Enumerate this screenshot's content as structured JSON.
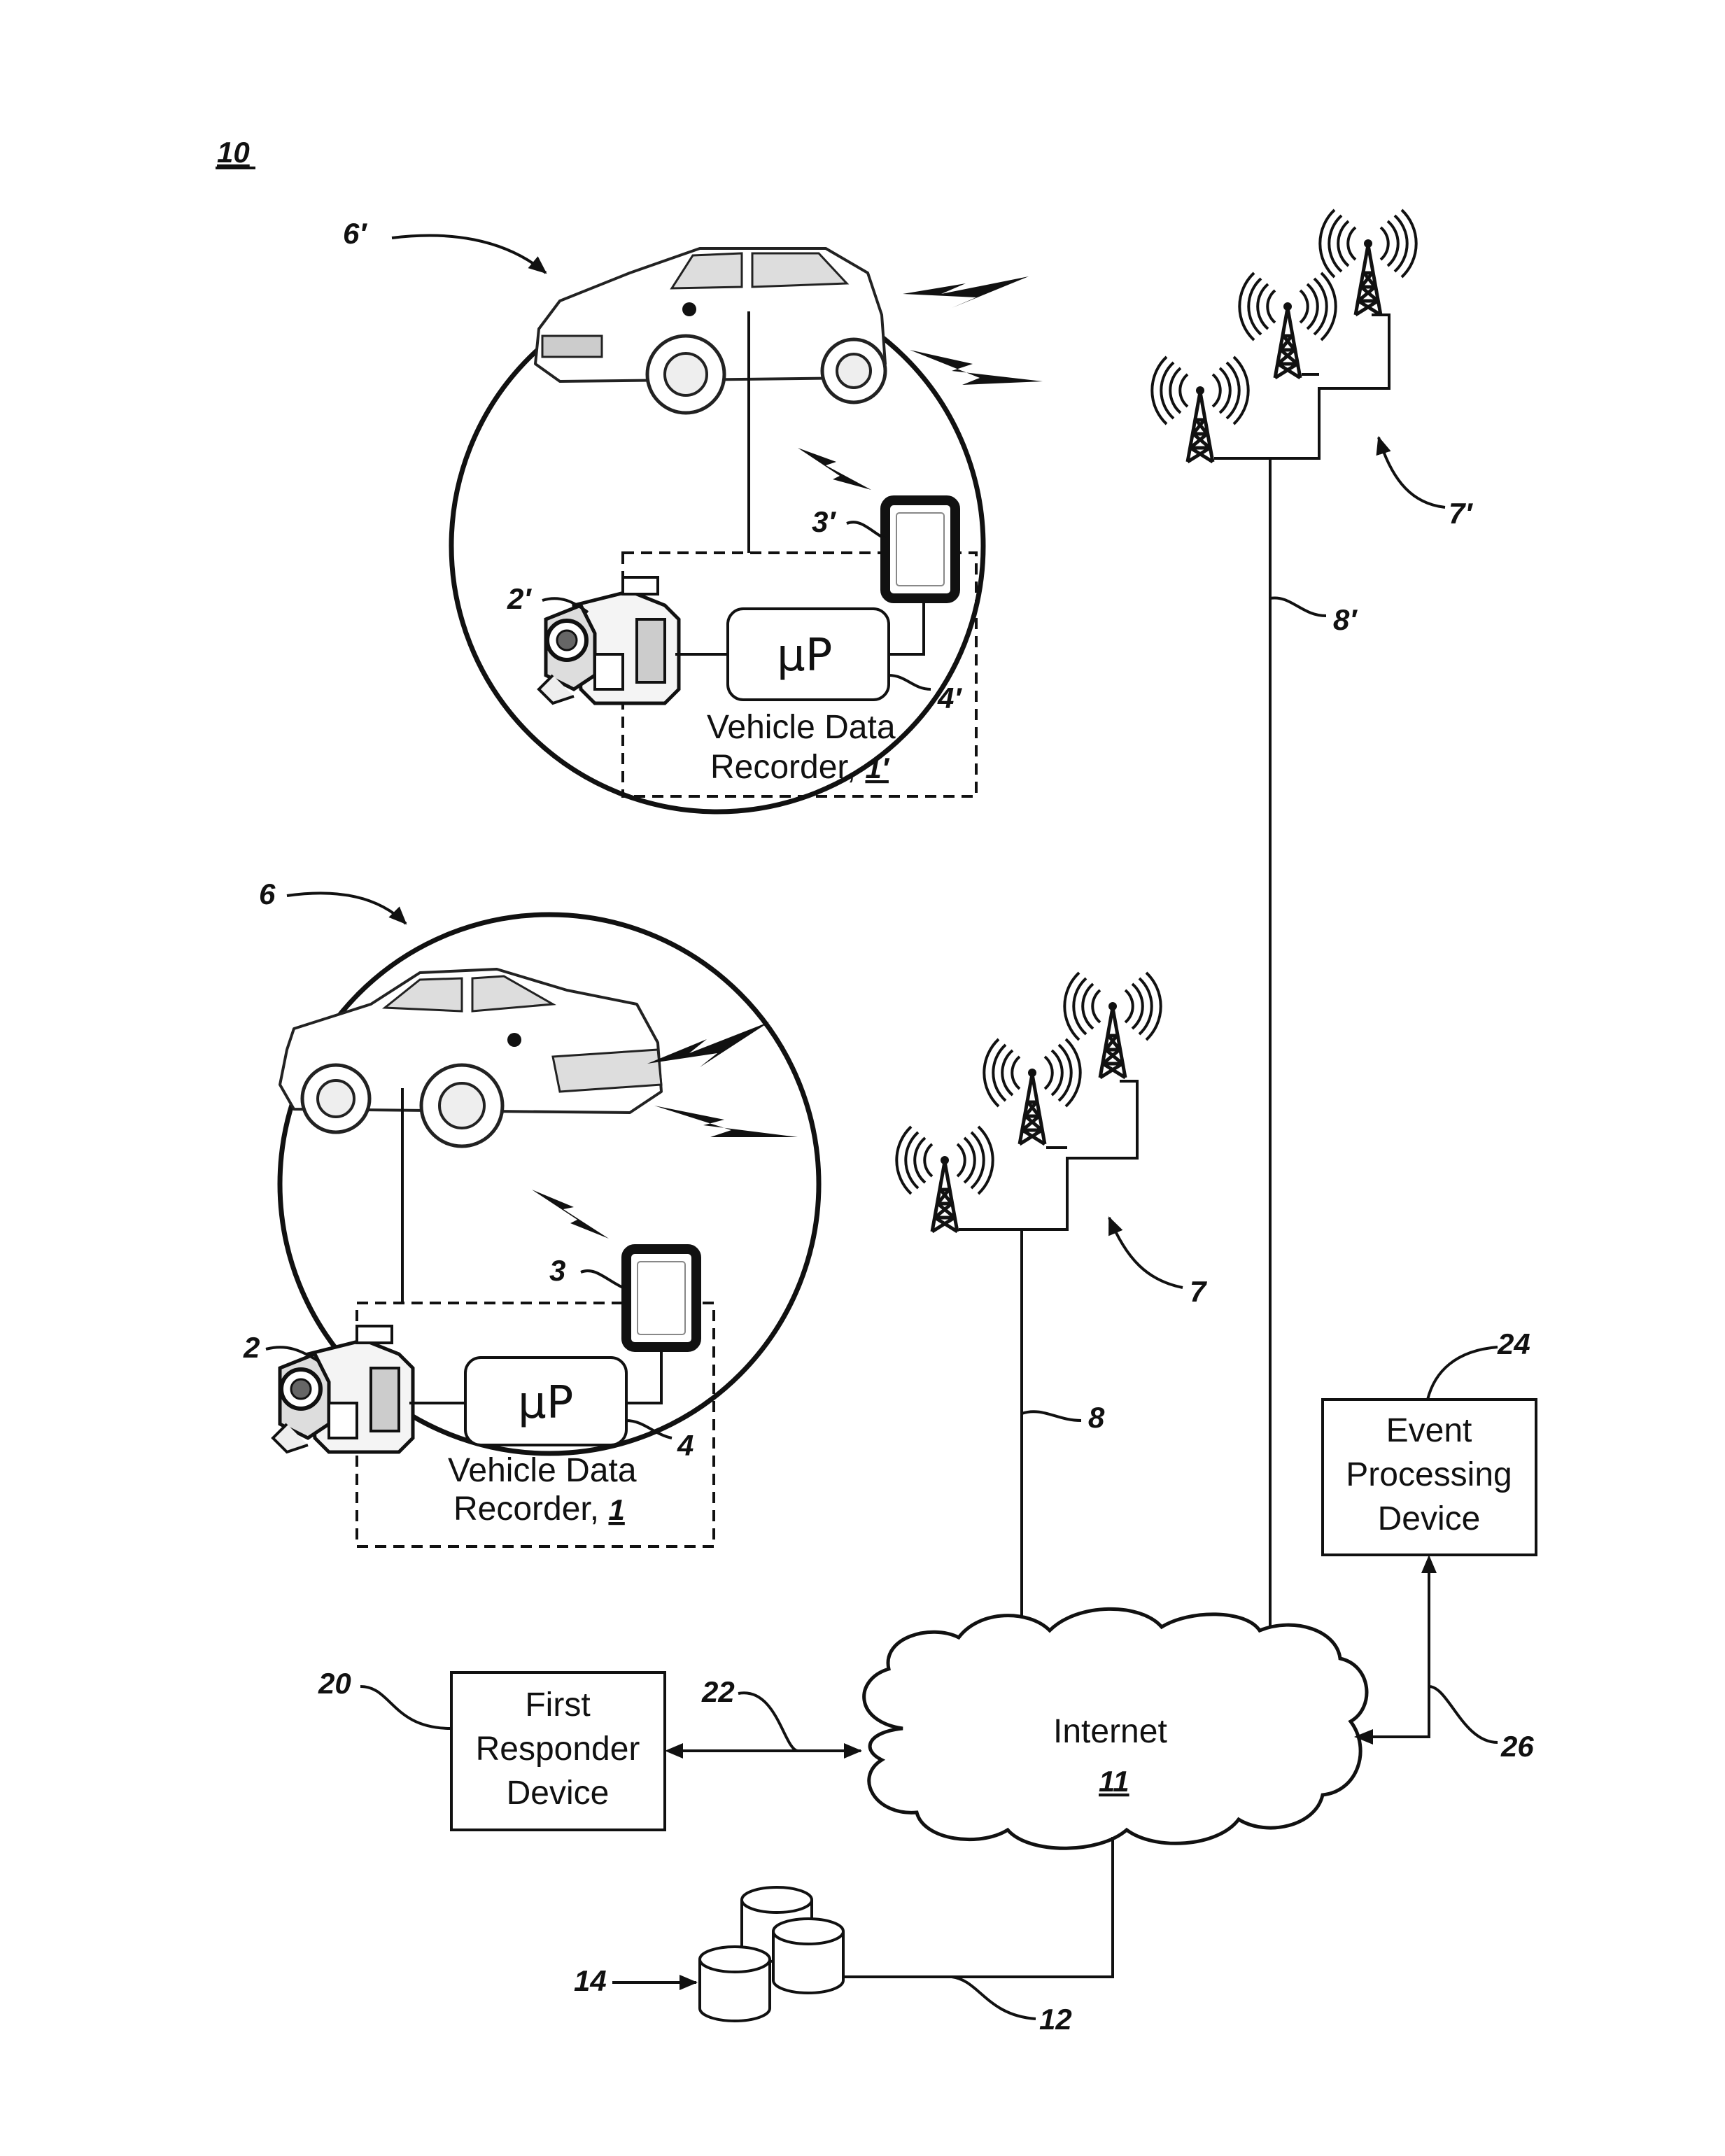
{
  "figure": {
    "system_ref": "10",
    "vehicle_top_ref": "6′",
    "vehicle_bottom_ref": "6",
    "recorder_top": {
      "line1": "Vehicle Data",
      "line2": "Recorder, ",
      "ref": "1′"
    },
    "recorder_bottom": {
      "line1": "Vehicle Data",
      "line2": "Recorder, ",
      "ref": "1"
    },
    "processor_label": "µP",
    "camera_top_ref": "2′",
    "camera_bottom_ref": "2",
    "phone_top_ref": "3′",
    "phone_bottom_ref": "3",
    "processor_top_ref": "4′",
    "processor_bottom_ref": "4",
    "tower_top_ref": "7′",
    "tower_bottom_ref": "7",
    "link_top_ref": "8′",
    "link_bottom_ref": "8",
    "internet": {
      "label": "Internet",
      "ref": "11"
    },
    "database_link_ref": "12",
    "database_ref": "14",
    "first_responder": {
      "line1": "First",
      "line2": "Responder",
      "line3": "Device",
      "ref": "20"
    },
    "first_responder_link_ref": "22",
    "event_processing": {
      "line1": "Event",
      "line2": "Processing",
      "line3": "Device",
      "ref": "24"
    },
    "event_link_ref": "26"
  }
}
